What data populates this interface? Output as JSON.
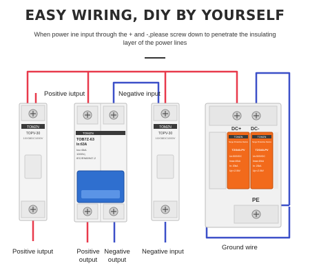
{
  "header": {
    "title": "EASY WIRING, DIY BY YOURSELF",
    "subtitle": "When power ine input through the + and -,please screw down to penetrate the insulating layer of the power lines"
  },
  "labels": {
    "positive_top": "Positive iutput",
    "negative_top": "Negative input",
    "positive_bottom": "Positive iutput",
    "positive_output": "Positive output",
    "negative_output": "Negative output",
    "negative_bottom": "Negative input",
    "ground": "Ground wire"
  },
  "devices": {
    "fuse_left": {
      "brand": "TOMZN",
      "model": "TOPV-30",
      "spec": "10X38DC1000V"
    },
    "breaker": {
      "brand": "TOMZN",
      "model": "TOB7Z-63",
      "rating": "In:63A",
      "line1": "Icu=6kA",
      "line2": "1000Vₒ",
      "line3": "IEC/EN60947-2"
    },
    "fuse_right": {
      "brand": "TOMZN",
      "model": "TOPV-30",
      "spec": "10X38DC1000V"
    },
    "spd": {
      "terminal_plus": "DC+",
      "terminal_minus": "DC-",
      "pe": "PE",
      "brand": "TOMZN",
      "module_name": "Surge Protective Device",
      "model": "TZG40-PV",
      "uc": "Uc:500VDC",
      "imax": "Imax:40kA",
      "in": "In: 20kA",
      "up": "Up:<2.0kV"
    }
  },
  "colors": {
    "positive_wire": "#e8394b",
    "negative_wire": "#3b4fc8",
    "breaker_handle": "#2f6fcf",
    "spd_module": "#f26a1b"
  }
}
